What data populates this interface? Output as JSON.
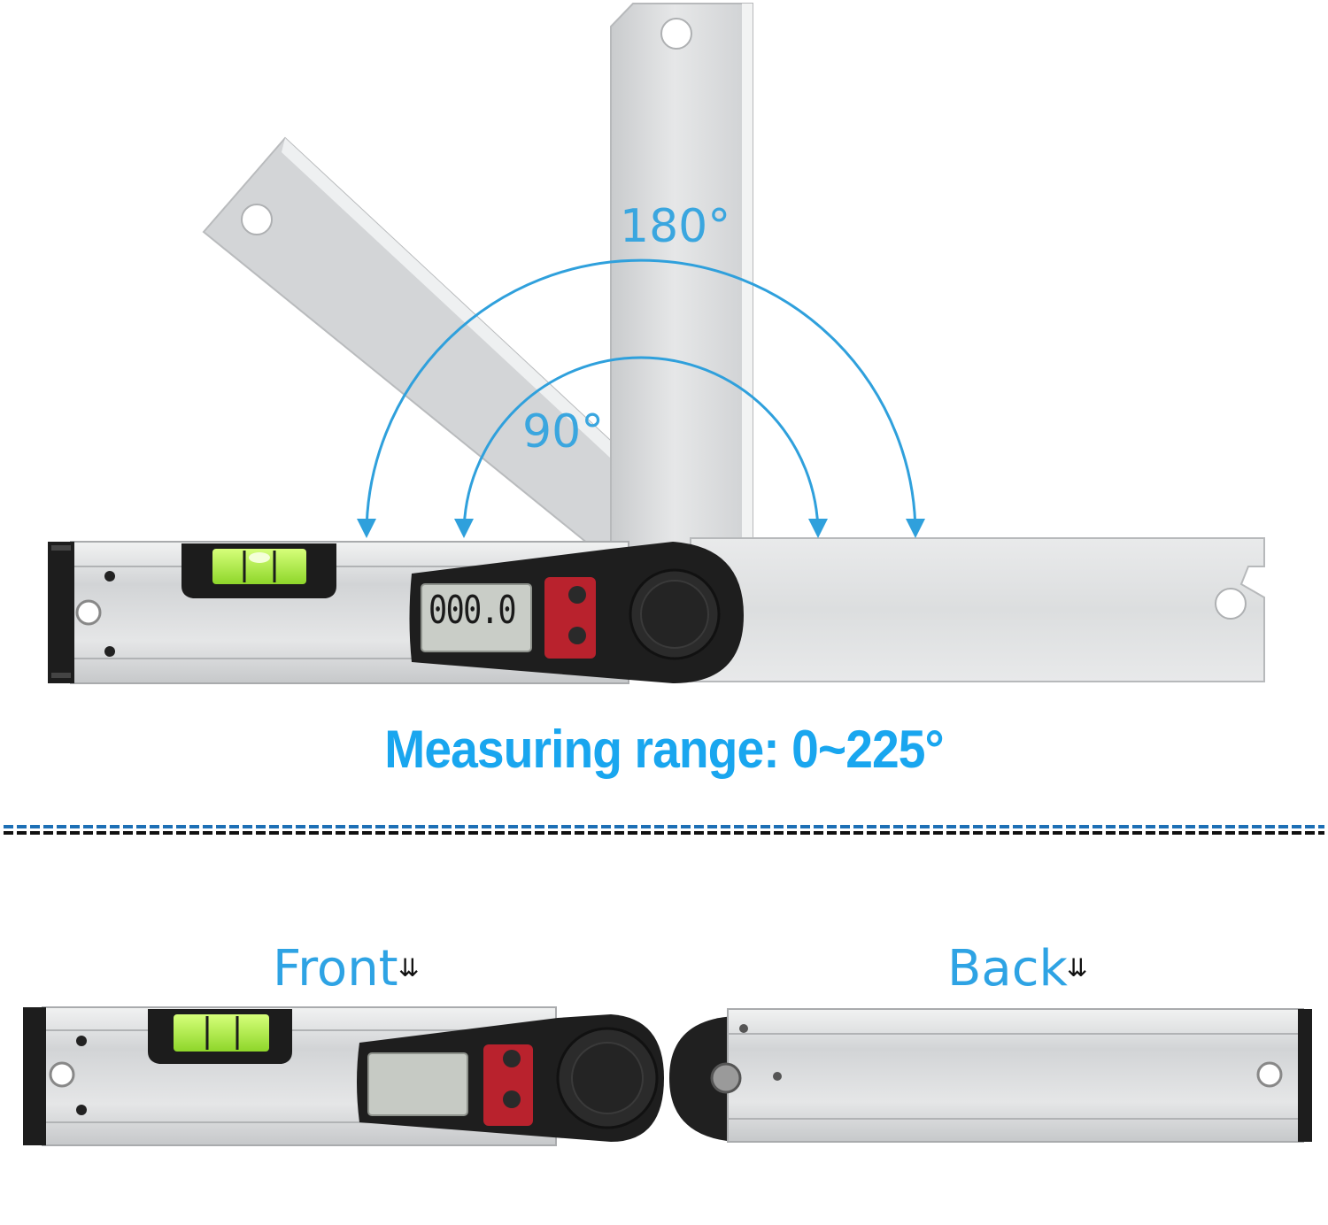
{
  "angles": {
    "outer": "180°",
    "inner": "90°"
  },
  "display_reading": "000.0",
  "headline": "Measuring range: 0~225°",
  "views": {
    "front": "Front",
    "back": "Back"
  },
  "colors": {
    "accent": "#19a6ef",
    "arc": "#2fa0dc",
    "body": "#d9dbdd",
    "grip": "#1b1b1b",
    "button_panel": "#b9222d",
    "vial": "#b8f04a"
  },
  "icons": {
    "arrow": "down-double-arrow-icon"
  }
}
